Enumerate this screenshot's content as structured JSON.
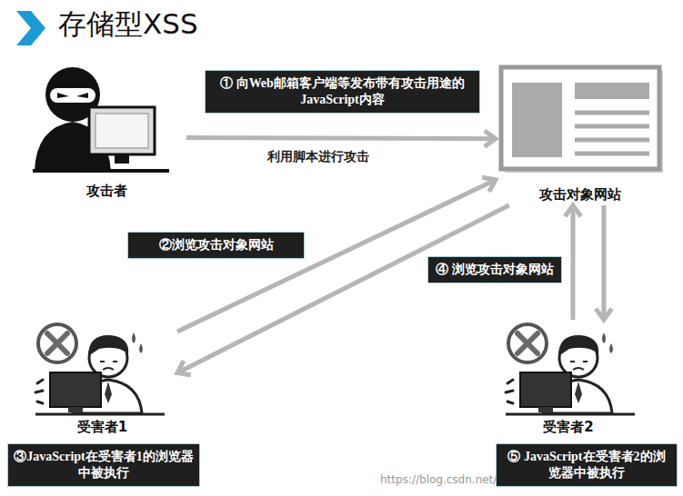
{
  "diagram": {
    "title": "存储型XSS",
    "nodes": [
      {
        "text": [
          "攻击者"
        ]
      },
      {
        "text": [
          "① 向Web邮箱客户端等发布带有攻击用途的JavaScript内容"
        ]
      },
      {
        "text": [
          "攻击对象网站"
        ]
      },
      {
        "text": [
          "②浏览攻击对象网站"
        ]
      },
      {
        "text": [
          "④ 浏览攻击对象网站"
        ]
      },
      {
        "text": [
          "受害者1"
        ]
      },
      {
        "text": [
          "受害者2"
        ]
      },
      {
        "text": [
          "③JavaScript在受害者1的浏览器中被执行"
        ]
      },
      {
        "text": [
          "⑤ JavaScript在受害者2的浏览器中被执行"
        ]
      }
    ],
    "edges": [
      {
        "from": 0,
        "to": 2,
        "arrow": "to",
        "label": "利用脚本进行攻击"
      },
      {
        "from": 5,
        "to": 2,
        "arrow": "to"
      },
      {
        "from": 2,
        "to": 5,
        "arrow": "to"
      },
      {
        "from": 6,
        "to": 2,
        "arrow": "to"
      },
      {
        "from": 2,
        "to": 6,
        "arrow": "to"
      }
    ],
    "labels": [
      "https://blog.csdn.net/"
    ]
  }
}
